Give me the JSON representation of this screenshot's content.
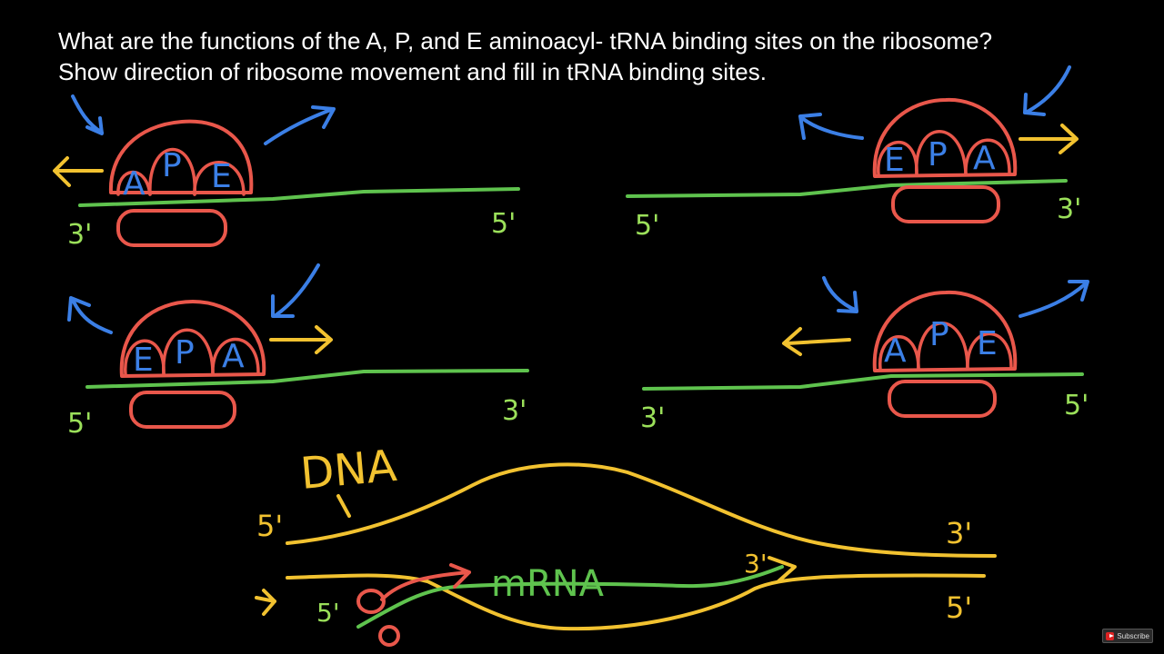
{
  "question": {
    "line1": "What are the functions of the A, P, and E aminoacyl- tRNA binding sites on the ribosome?",
    "line2": "Show direction of ribosome movement and fill in tRNA binding sites."
  },
  "colors": {
    "ribosome": "#e9574b",
    "mrna": "#5fc34e",
    "end_label": "#9be05a",
    "trna_arrow": "#3b7fe6",
    "direction_arrow": "#f2c230",
    "dna": "#f2c230",
    "site_letters": "#3b7fe6"
  },
  "panels": [
    {
      "id": "top-left",
      "sites": [
        "A",
        "P",
        "E"
      ],
      "left_end": "3'",
      "right_end": "5'"
    },
    {
      "id": "top-right",
      "sites": [
        "E",
        "P",
        "A"
      ],
      "left_end": "5'",
      "right_end": "3'"
    },
    {
      "id": "middle-left",
      "sites": [
        "E",
        "P",
        "A"
      ],
      "left_end": "5'",
      "right_end": "3'"
    },
    {
      "id": "middle-right",
      "sites": [
        "A",
        "P",
        "E"
      ],
      "left_end": "3'",
      "right_end": "5'"
    }
  ],
  "transcription": {
    "dna_label": "DNA",
    "mrna_label": "mRNA",
    "top_left_end": "5'",
    "top_right_end": "3'",
    "bottom_right_end": "5'",
    "mrna_start_end": "5'",
    "mrna_tip_end": "3'"
  },
  "subscribe": {
    "label": "Subscribe"
  }
}
